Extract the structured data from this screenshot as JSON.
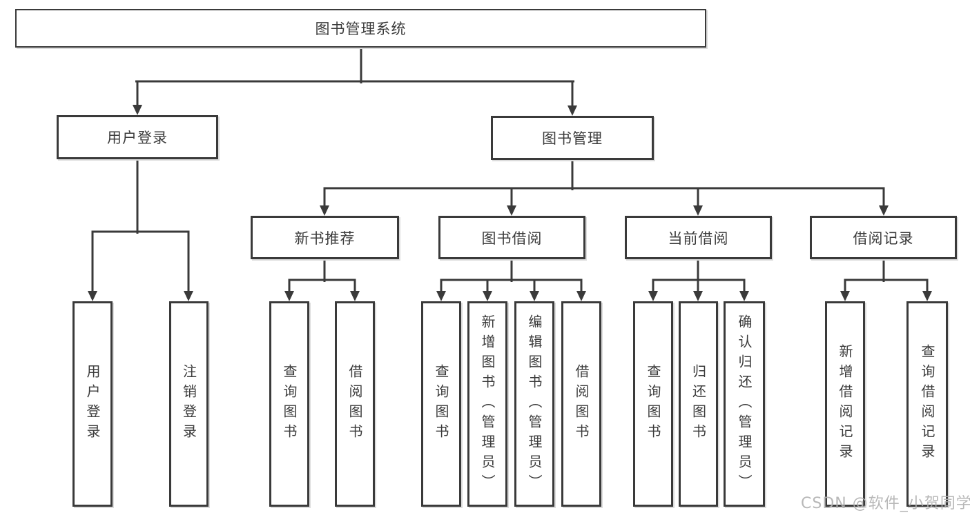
{
  "diagram": {
    "root": {
      "label": "图书管理系统"
    },
    "branches": [
      {
        "label": "用户登录",
        "children": [
          {
            "label": "用户登录"
          },
          {
            "label": "注销登录"
          }
        ]
      },
      {
        "label": "图书管理",
        "children": [
          {
            "label": "新书推荐",
            "children": [
              {
                "label": "查询图书"
              },
              {
                "label": "借阅图书"
              }
            ]
          },
          {
            "label": "图书借阅",
            "children": [
              {
                "label": "查询图书"
              },
              {
                "label": "新增图书（管理员）"
              },
              {
                "label": "编辑图书（管理员）"
              },
              {
                "label": "借阅图书"
              }
            ]
          },
          {
            "label": "当前借阅",
            "children": [
              {
                "label": "查询图书"
              },
              {
                "label": "归还图书"
              },
              {
                "label": "确认归还（管理员）"
              }
            ]
          },
          {
            "label": "借阅记录",
            "children": [
              {
                "label": "新增借阅记录"
              },
              {
                "label": "查询借阅记录"
              }
            ]
          }
        ]
      }
    ]
  },
  "watermark": {
    "text": "CSDN @软件_小贺同学"
  },
  "colors": {
    "line": "#3a3a3a",
    "text": "#3b3b3b",
    "background": "#ffffff",
    "watermark": "#b2b2b2"
  }
}
